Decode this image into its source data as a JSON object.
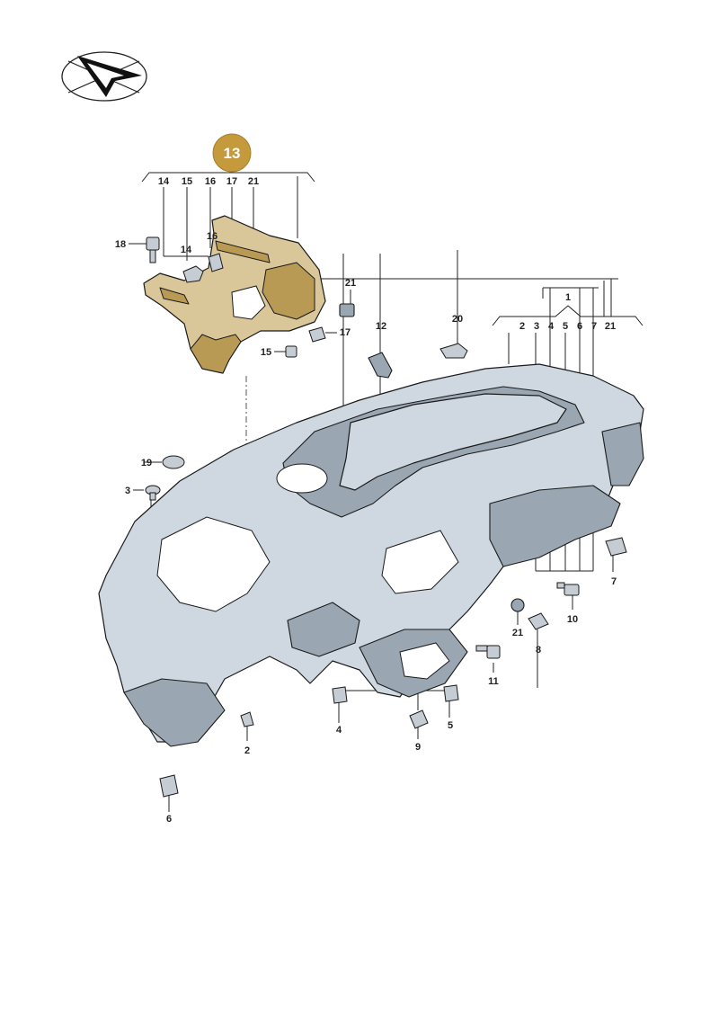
{
  "diagram": {
    "highlighted_part": "13",
    "badge_color": "#c49a3c",
    "highlight_color": "#d9c79a",
    "part_color": "#cfd8e0",
    "callouts": {
      "c1": "1",
      "c2a": "2",
      "c3a": "3",
      "c4a": "4",
      "c5a": "5",
      "c6a": "6",
      "c7a": "7",
      "c21a": "21",
      "c14a": "14",
      "c15a": "15",
      "c16a": "16",
      "c17a": "17",
      "c21b": "21",
      "c18": "18",
      "c14b": "14",
      "c16b": "16",
      "c21c": "21",
      "c17b": "17",
      "c15b": "15",
      "c12": "12",
      "c20": "20",
      "c19": "19",
      "c3b": "3",
      "c7b": "7",
      "c10": "10",
      "c21d": "21",
      "c8": "8",
      "c11": "11",
      "c2b": "2",
      "c4b": "4",
      "c9": "9",
      "c5b": "5",
      "c6b": "6"
    }
  }
}
